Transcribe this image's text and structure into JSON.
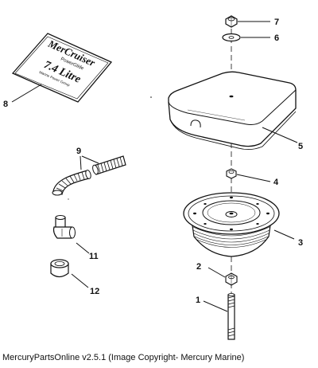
{
  "footer": {
    "caption": "MercuryPartsOnline v2.5.1 (Image Copyright- Mercury Marine)"
  },
  "decal": {
    "brand": "MerCruiser",
    "subtitle": "PowerGlide",
    "displacement": "7.4 Litre",
    "fine_print": "Marine Power Group"
  },
  "callouts": {
    "c1": "1",
    "c2": "2",
    "c3": "3",
    "c4": "4",
    "c5": "5",
    "c6": "6",
    "c7": "7",
    "c8": "8",
    "c9": "9",
    "c11": "11",
    "c12": "12"
  }
}
